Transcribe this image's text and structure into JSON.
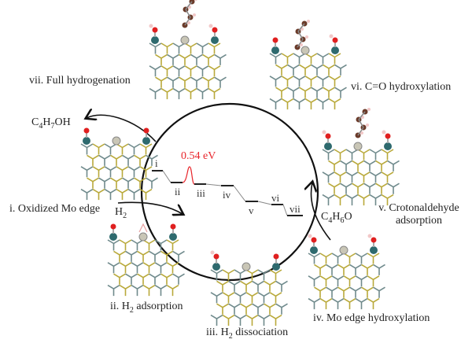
{
  "steps": [
    {
      "id": "i",
      "label": "i. Oxidized Mo edge"
    },
    {
      "id": "ii",
      "label_pre": "ii. H",
      "label_sub": "2",
      "label_post": " adsorption"
    },
    {
      "id": "iii",
      "label_pre": "iii. H",
      "label_sub": "2",
      "label_post": " dissociation"
    },
    {
      "id": "iv",
      "label": "iv. Mo edge hydroxylation"
    },
    {
      "id": "v",
      "label_line1": "v. Crotonaldehyde",
      "label_line2": "adsorption"
    },
    {
      "id": "vi",
      "label": "vi. C=O hydroxylation"
    },
    {
      "id": "vii",
      "label": "vii. Full hydrogenation"
    }
  ],
  "reagents": {
    "h2": {
      "pre": "H",
      "sub": "2"
    },
    "c4h6o": {
      "a": "C",
      "s1": "4",
      "b": "H",
      "s2": "6",
      "c": "O"
    },
    "c4h7oh": {
      "a": "C",
      "s1": "4",
      "b": "H",
      "s2": "7",
      "c": "OH"
    }
  },
  "energy_profile": {
    "levels": [
      "i",
      "ii",
      "iii",
      "iv",
      "v",
      "vi",
      "vii"
    ],
    "barrier_label": "0.54 eV",
    "barrier_color": "#e8252b"
  }
}
